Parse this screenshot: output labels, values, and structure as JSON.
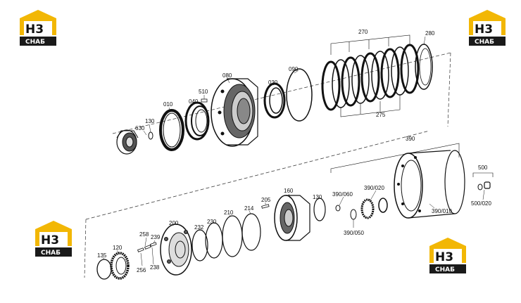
{
  "logo": {
    "mark": "H3",
    "word": "СНАБ",
    "colors": {
      "yellow": "#f2b705",
      "dark": "#1a1a1a",
      "white": "#ffffff"
    }
  },
  "labels": {
    "p270": "270",
    "p280": "280",
    "p275": "275",
    "p090": "090",
    "p080": "080",
    "p030": "030",
    "p510": "510",
    "p040": "040",
    "p010": "010",
    "p130a": "130",
    "p630": "630",
    "p390": "390",
    "p500": "500",
    "p500_020": "500/020",
    "p390_010": "390/010",
    "p390_020": "390/020",
    "p390_060": "390/060",
    "p390_050": "390/050",
    "p160": "160",
    "p130b": "130",
    "p205": "205",
    "p214": "214",
    "p210": "210",
    "p230": "230",
    "p232": "232",
    "p200": "200",
    "p258": "258",
    "p239": "239",
    "p256": "256",
    "p238": "238",
    "p120": "120",
    "p135": "135"
  }
}
